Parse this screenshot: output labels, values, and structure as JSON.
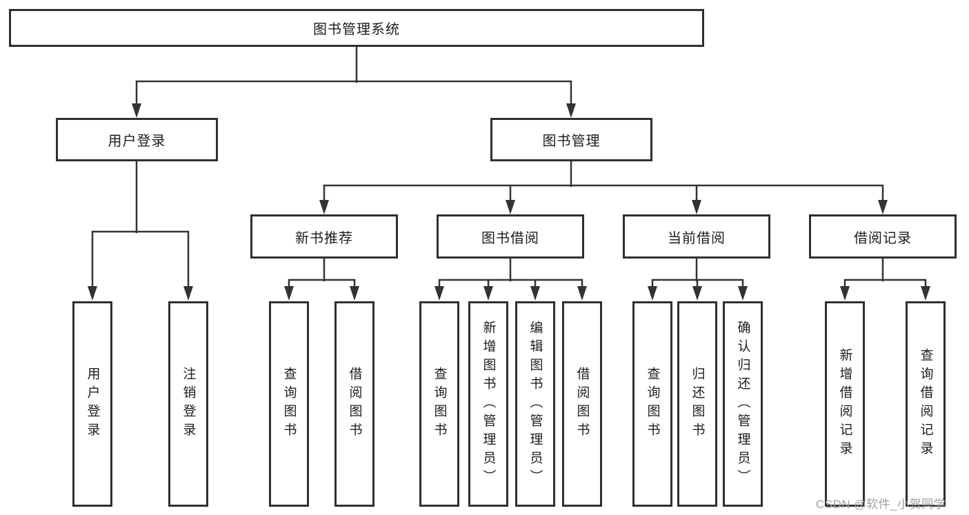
{
  "diagram": {
    "title": "图书管理系统",
    "tree": {
      "root": {
        "label": "图书管理系统",
        "children": [
          {
            "label": "用户登录",
            "children": [
              {
                "label": "用户登录"
              },
              {
                "label": "注销登录"
              }
            ]
          },
          {
            "label": "图书管理",
            "children": [
              {
                "label": "新书推荐",
                "children": [
                  {
                    "label": "查询图书"
                  },
                  {
                    "label": "借阅图书"
                  }
                ]
              },
              {
                "label": "图书借阅",
                "children": [
                  {
                    "label": "查询图书"
                  },
                  {
                    "label": "新增图书（管理员）"
                  },
                  {
                    "label": "编辑图书（管理员）"
                  },
                  {
                    "label": "借阅图书"
                  }
                ]
              },
              {
                "label": "当前借阅",
                "children": [
                  {
                    "label": "查询图书"
                  },
                  {
                    "label": "归还图书"
                  },
                  {
                    "label": "确认归还（管理员）"
                  }
                ]
              },
              {
                "label": "借阅记录",
                "children": [
                  {
                    "label": "新增借阅记录"
                  },
                  {
                    "label": "查询借阅记录"
                  }
                ]
              }
            ]
          }
        ]
      }
    },
    "colors": {
      "line": "#333333",
      "box_border": "#2f2f2f",
      "text": "#1d1d1f",
      "background": "#ffffff",
      "watermark": "#9f9f9f"
    }
  },
  "watermark": {
    "text": "CSDN @软件_小贺同学"
  }
}
